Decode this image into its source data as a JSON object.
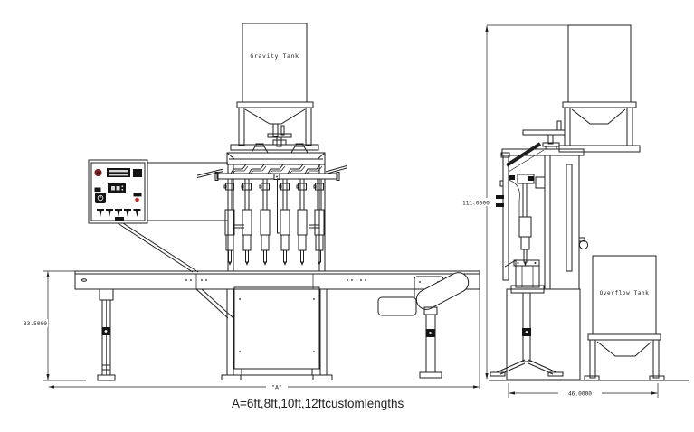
{
  "drawing": {
    "type": "cad-2-view-technical-drawing",
    "front_view": {
      "gravity_tank_label": "Gravity Tank",
      "dim_height": "33.5000",
      "dim_length_label": "\"A\"",
      "nozzle_count": 6,
      "control_panel": {
        "logo_icon": "brand-logo-red-seal",
        "nameplate_icon": "company-nameplate",
        "display_icon": "digital-counter-display",
        "power_switch_icon": "rotary-power-switch",
        "indicator_icon": "red-indicator-led",
        "toggle_count": 5
      }
    },
    "side_view": {
      "overflow_tank_label": "Overflow Tank",
      "dim_height": "111.0000",
      "dim_width": "46.0000"
    },
    "note": "A=6ft,8ft,10ft,12ftcustomlengths",
    "colors": {
      "line": "#1f1f1f",
      "panel_badge": "#141414",
      "logo_red": "#8a2626",
      "led_red": "#c03030",
      "background": "#ffffff"
    }
  }
}
